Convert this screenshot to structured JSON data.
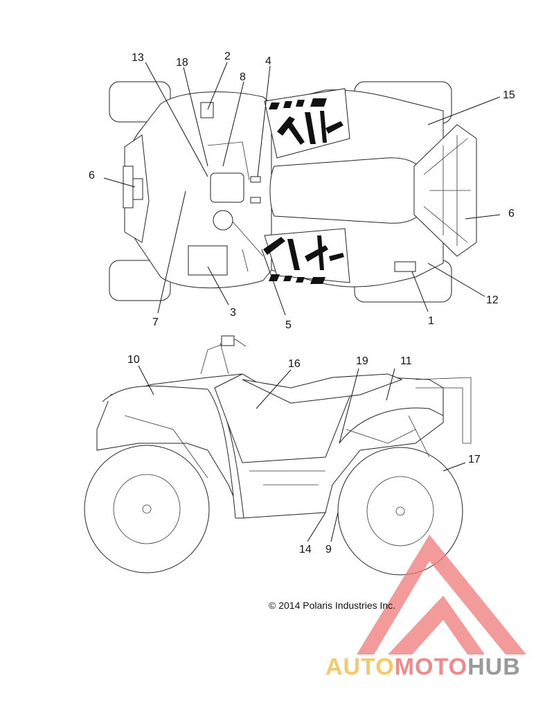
{
  "callouts": [
    "1",
    "2",
    "3",
    "4",
    "5",
    "6",
    "7",
    "8",
    "9",
    "10",
    "11",
    "12",
    "13",
    "14",
    "15",
    "16",
    "17",
    "18",
    "19"
  ],
  "copyright": "© 2014 Polaris Industries Inc.",
  "watermark": {
    "part_a": "AUTO",
    "part_b": "MOTO",
    "part_c": "HUB",
    "colors": {
      "auto": "#f6c86a",
      "moto": "#f08a8a",
      "hub": "#9a9a9a",
      "logo": "#f07a7a"
    }
  }
}
